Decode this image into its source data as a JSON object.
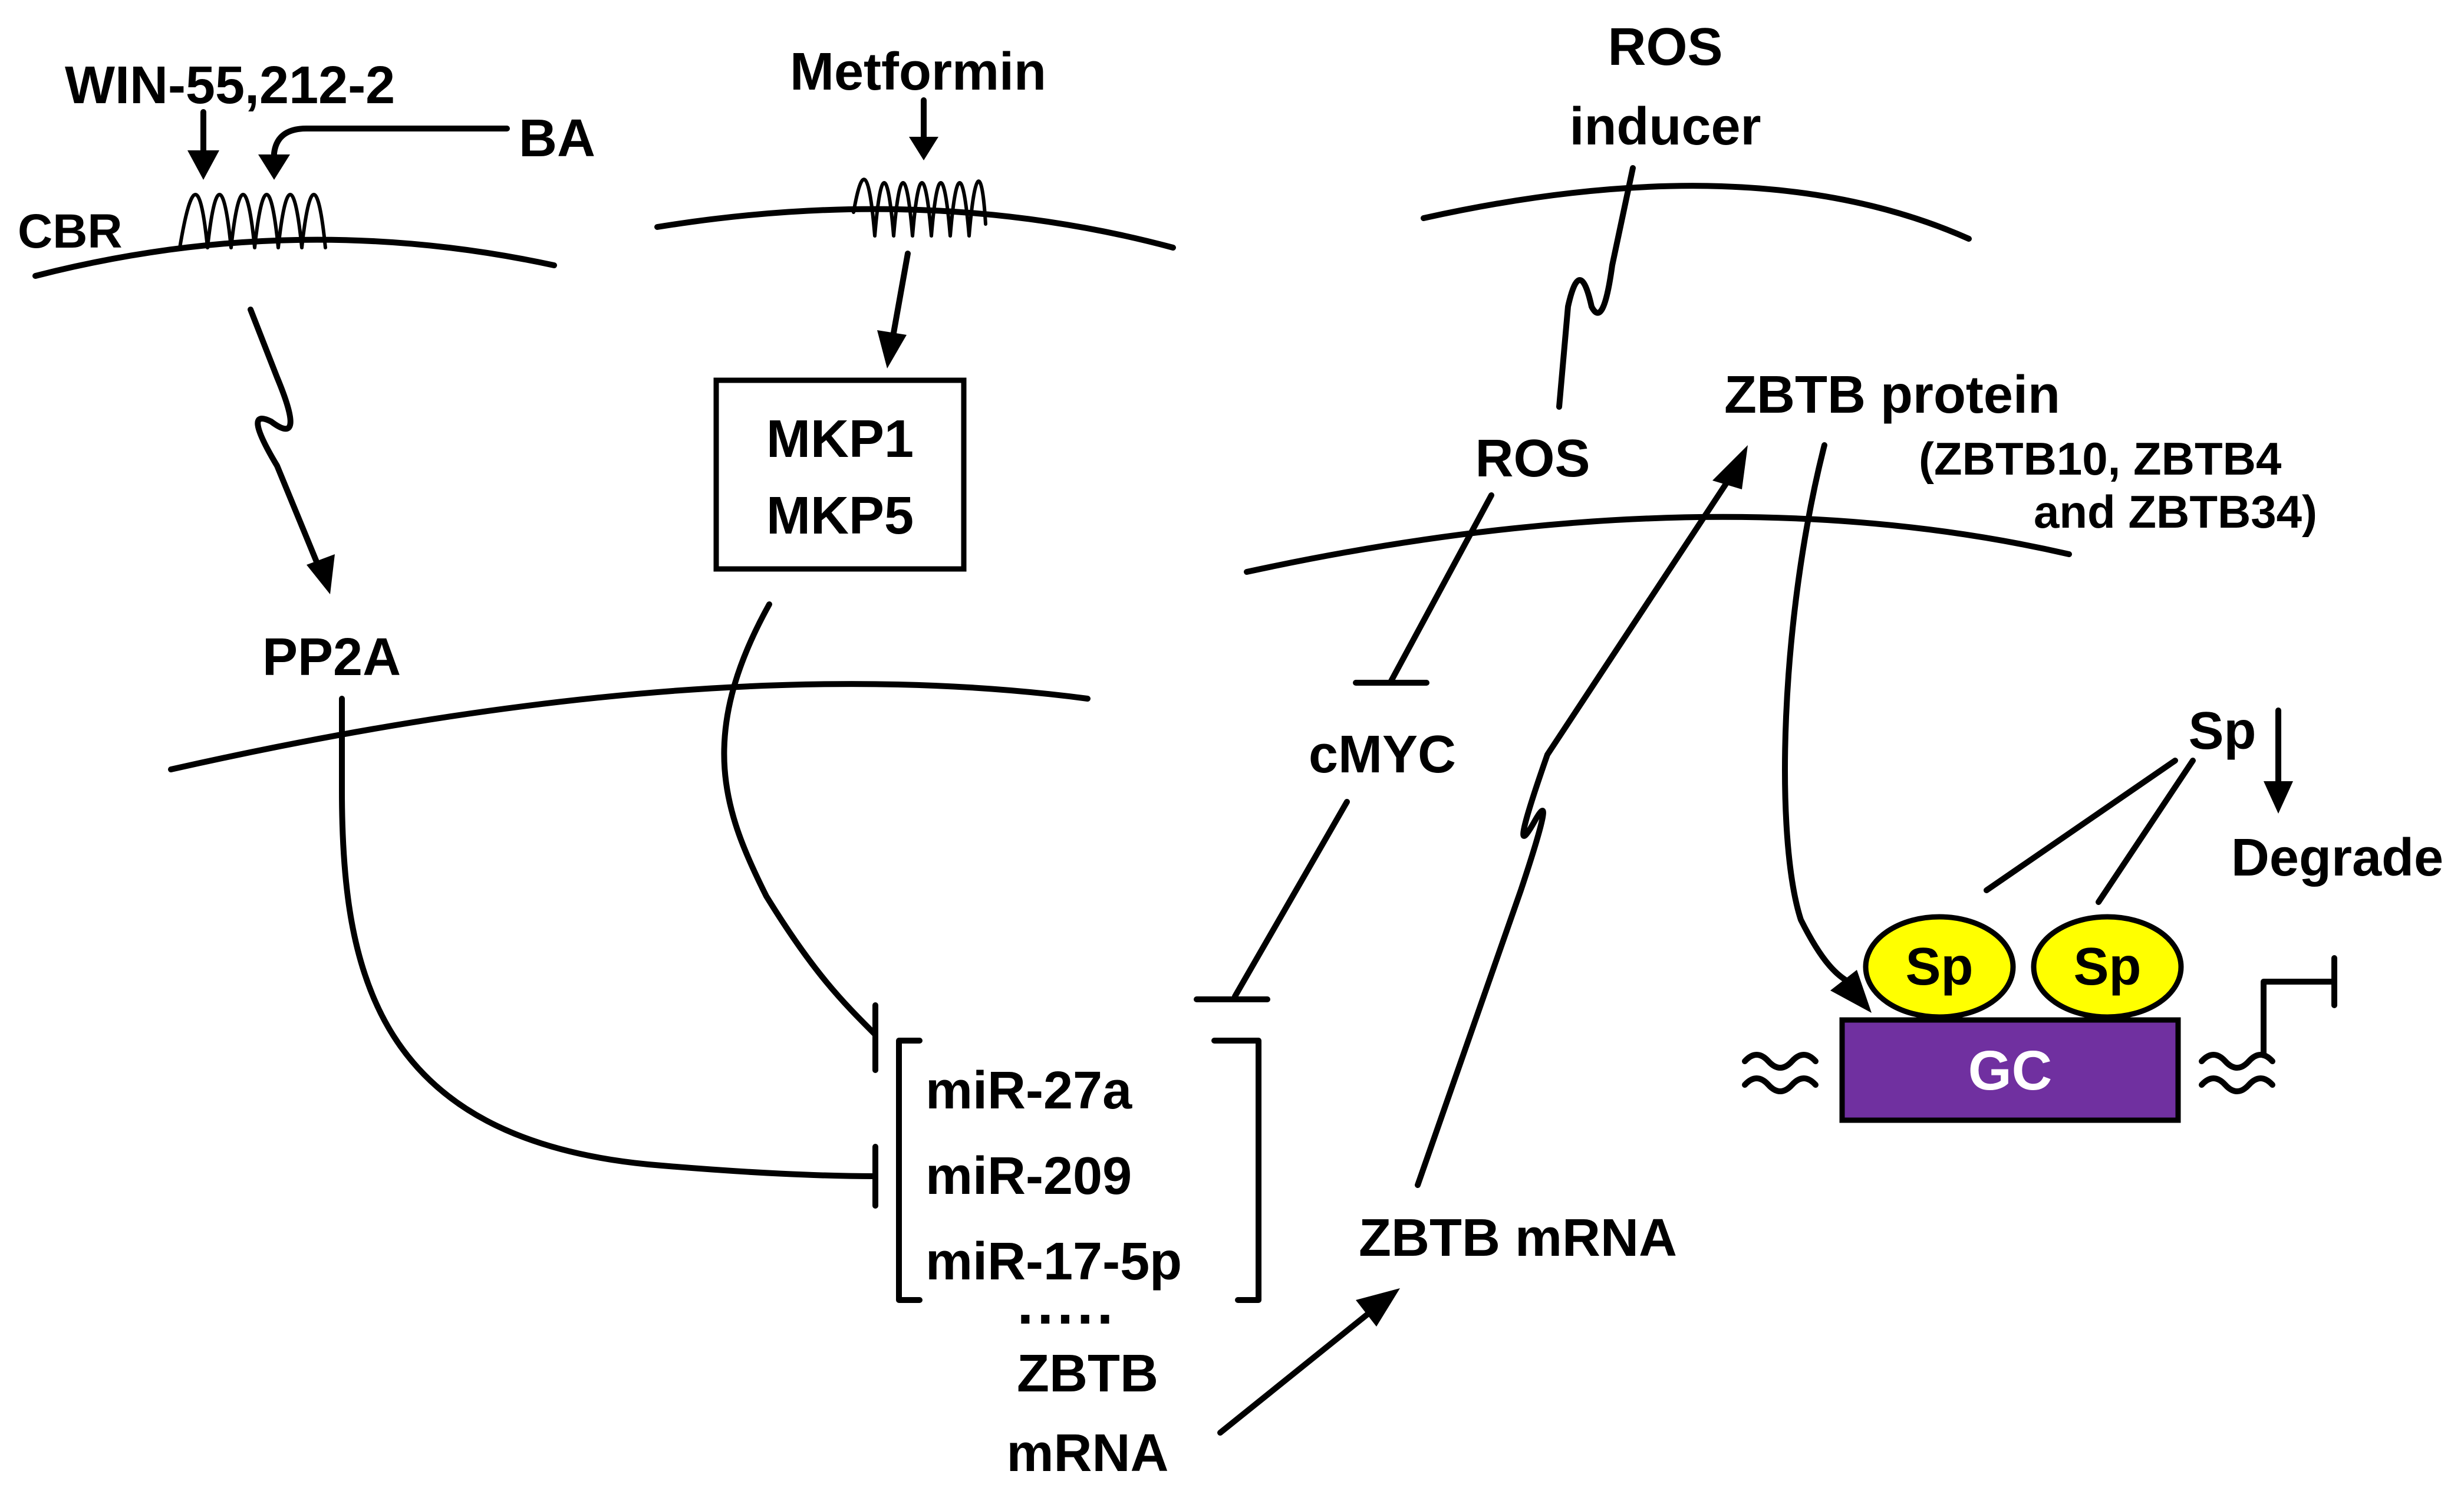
{
  "labels": {
    "win": "WIN-55,212-2",
    "ba": "BA",
    "cbr": "CBR",
    "metformin": "Metformin",
    "ros_inducer_1": "ROS",
    "ros_inducer_2": "inducer",
    "mkp1": "MKP1",
    "mkp5": "MKP5",
    "ros": "ROS",
    "zbtb_protein": "ZBTB protein",
    "zbtb_family_1": "(ZBTB10, ZBTB4",
    "zbtb_family_2": "and ZBTB34)",
    "pp2a": "PP2A",
    "cmyc": "cMYC",
    "sp_free": "Sp",
    "degrade": "Degrade",
    "sp_left": "Sp",
    "sp_right": "Sp",
    "gc": "GC",
    "mir27a": "miR-27a",
    "mir209": "miR-209",
    "mir17": "miR-17-5p",
    "dots": ".....",
    "zbtb_bottom_1": "ZBTB",
    "zbtb_bottom_2": "mRNA",
    "zbtb_mrna": "ZBTB mRNA"
  },
  "colors": {
    "sp_fill": "#ffff00",
    "gc_fill": "#7030a0",
    "gc_text": "#ffffff",
    "line": "#000000"
  }
}
